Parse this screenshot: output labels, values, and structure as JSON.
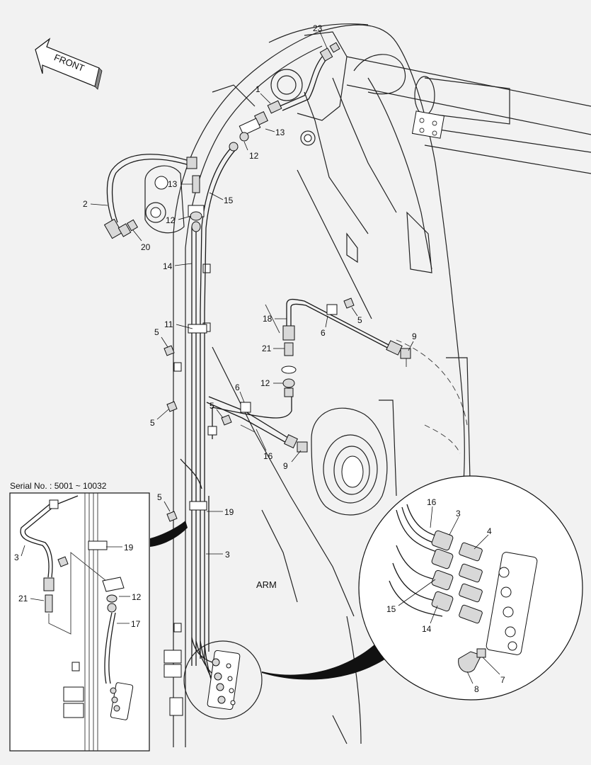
{
  "diagram": {
    "front_label": "FRONT",
    "arm_label": "ARM",
    "inset": {
      "serial_label": "Serial No. : 5001 ~ 10032"
    },
    "callouts": {
      "c23": "23",
      "c1": "1",
      "c13a": "13",
      "c12a": "12",
      "c13b": "13",
      "c2": "2",
      "c15a": "15",
      "c12b": "12",
      "c20": "20",
      "c14a": "14",
      "c11": "11",
      "c18": "18",
      "c5a": "5",
      "c6a": "6",
      "c9a": "9",
      "c5b": "5",
      "c21a": "21",
      "c12c": "12",
      "c6b": "6",
      "c5c": "5",
      "c5d": "5",
      "c16a": "16",
      "c9b": "9",
      "c5e": "5",
      "c19a": "19",
      "c3a": "3",
      "i3": "3",
      "i19": "19",
      "i12": "12",
      "i21": "21",
      "i17": "17",
      "d16": "16",
      "d3": "3",
      "d4": "4",
      "d15": "15",
      "d14": "14",
      "d7": "7",
      "d8": "8"
    }
  }
}
